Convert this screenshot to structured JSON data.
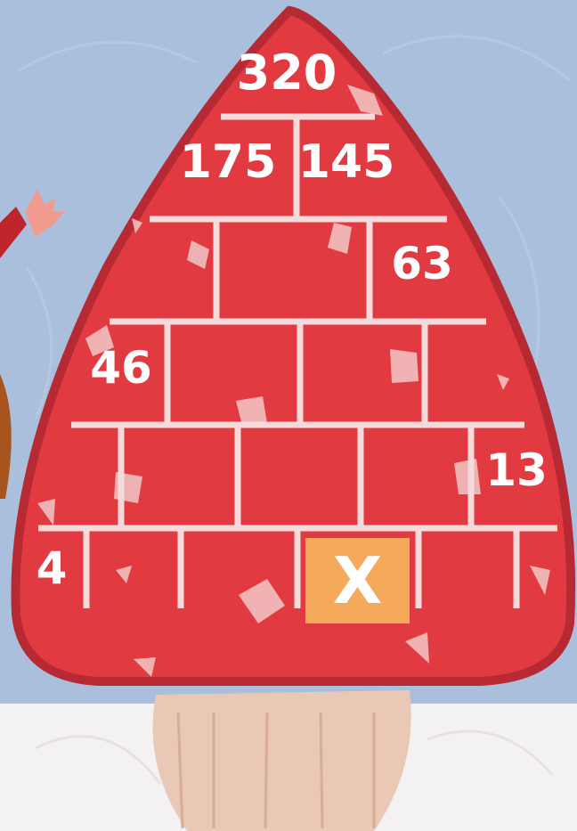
{
  "pyramid": {
    "top": "320",
    "row2": [
      "175",
      "145"
    ],
    "row3_right": "63",
    "row4_left": "46",
    "row5_right": "13",
    "row6_left": "4",
    "unknown": "X"
  },
  "colors": {
    "sky": "#a9bfdc",
    "ground": "#f3f1f2",
    "cap": "#e23a41",
    "cap_edge": "#b82a33",
    "lines": "#f4dada",
    "unknown_fill": "#f5a95a",
    "stem": "#e9c8b6"
  }
}
